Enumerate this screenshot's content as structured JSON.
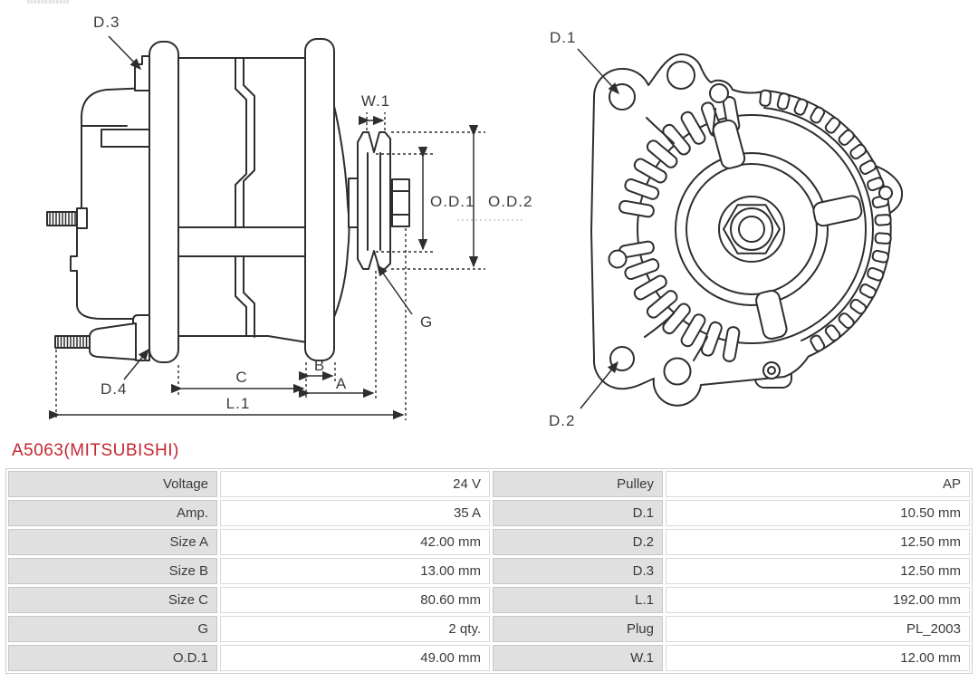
{
  "title": "A5063(MITSUBISHI)",
  "colors": {
    "title": "#c42730",
    "line": "#2e2e2e",
    "label_cell_bg": "#e0e0e0",
    "text": "#3a3a3a"
  },
  "diagram": {
    "side_view": {
      "d3": "D.3",
      "d4": "D.4",
      "w1": "W.1",
      "od1": "O.D.1",
      "od2": "O.D.2",
      "g": "G",
      "b": "B",
      "c": "C",
      "a": "A",
      "l1": "L.1"
    },
    "front_view": {
      "d1": "D.1",
      "d2": "D.2"
    }
  },
  "spec_table": {
    "rows": [
      {
        "label_left": "Voltage",
        "value_left": "24 V",
        "label_right": "Pulley",
        "value_right": "AP"
      },
      {
        "label_left": "Amp.",
        "value_left": "35 A",
        "label_right": "D.1",
        "value_right": "10.50 mm"
      },
      {
        "label_left": "Size A",
        "value_left": "42.00 mm",
        "label_right": "D.2",
        "value_right": "12.50 mm"
      },
      {
        "label_left": "Size B",
        "value_left": "13.00 mm",
        "label_right": "D.3",
        "value_right": "12.50 mm"
      },
      {
        "label_left": "Size C",
        "value_left": "80.60 mm",
        "label_right": "L.1",
        "value_right": "192.00 mm"
      },
      {
        "label_left": "G",
        "value_left": "2 qty.",
        "label_right": "Plug",
        "value_right": "PL_2003"
      },
      {
        "label_left": "O.D.1",
        "value_left": "49.00 mm",
        "label_right": "W.1",
        "value_right": "12.00 mm"
      }
    ]
  }
}
